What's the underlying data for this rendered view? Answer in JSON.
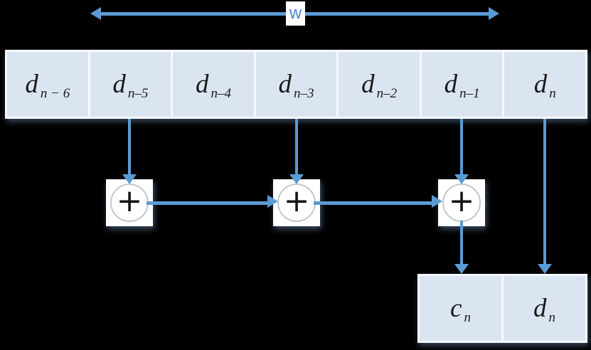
{
  "diagram": {
    "title": "sliding-window accumulator diagram",
    "window_arrow": {
      "label": "w"
    },
    "register_row": {
      "cells": [
        {
          "base": "d",
          "sub": "n − 6"
        },
        {
          "base": "d",
          "sub": "n–5"
        },
        {
          "base": "d",
          "sub": "n–4"
        },
        {
          "base": "d",
          "sub": "n–3"
        },
        {
          "base": "d",
          "sub": "n–2"
        },
        {
          "base": "d",
          "sub": "n–1"
        },
        {
          "base": "d",
          "sub": "n"
        }
      ]
    },
    "adders": [
      {
        "symbol": "+"
      },
      {
        "symbol": "+"
      },
      {
        "symbol": "+"
      }
    ],
    "output_row": {
      "cells": [
        {
          "base": "c",
          "sub": "n"
        },
        {
          "base": "d",
          "sub": "n"
        }
      ]
    },
    "colors": {
      "background": "#000000",
      "cell_fill": "#dbe5f1",
      "cell_border": "#f5f8fc",
      "arrow_blue": "#5b9bd5",
      "label_blue": "#4a86c8",
      "circle_border": "#c3c7cc",
      "text": "#1a1a1a"
    }
  }
}
